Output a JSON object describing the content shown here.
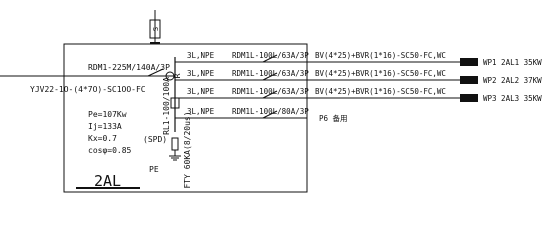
{
  "panel": {
    "name": "2AL",
    "incoming_cable": "YJV22-1O-(4*7O)-SC1OO-FC",
    "main_breaker": "RDM1-225M/140A/3P",
    "load": {
      "pe": "Pe=107Kw",
      "ij": "Ij=133A",
      "kx": "Kx=0.7",
      "cos": "cosφ=0.85"
    },
    "spd_breaker": "RL1-100/100A",
    "spd_label": "(SPD)",
    "spd_device": "FTY 60KA(8/20us)",
    "ground_label": "PE",
    "meter_label": "R",
    "top_device_label": "S"
  },
  "circuits": [
    {
      "phase": "3L,NPE",
      "breaker": "RDM1L-100L/63A/3P",
      "cable": "BV(4*25)+BVR(1*16)-SC50-FC,WC",
      "dest": "WP1 2AL1 35KW"
    },
    {
      "phase": "3L,NPE",
      "breaker": "RDM1L-100L/63A/3P",
      "cable": "BV(4*25)+BVR(1*16)-SC50-FC,WC",
      "dest": "WP2 2AL2 37KW"
    },
    {
      "phase": "3L,NPE",
      "breaker": "RDM1L-100L/63A/3P",
      "cable": "BV(4*25)+BVR(1*16)-SC50-FC,WC",
      "dest": "WP3 2AL3 35KW"
    },
    {
      "phase": "3L,NPE",
      "breaker": "RDM1L-100L/80A/3P",
      "cable": "",
      "dest": "P6 备用"
    }
  ]
}
